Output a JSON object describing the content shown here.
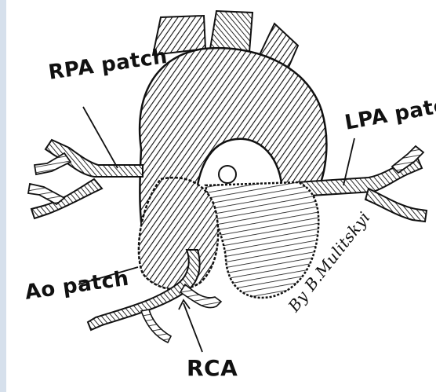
{
  "labels": {
    "rpa_patch": "RPA patch",
    "lpa_patch": "LPA patch",
    "ao_patch": "Ao patch",
    "rca": "RCA",
    "signature": "By B.Mulitskyi"
  },
  "colors": {
    "ink": "#111111",
    "paper": "#ffffff",
    "side_strip": "#d6e0ec"
  }
}
